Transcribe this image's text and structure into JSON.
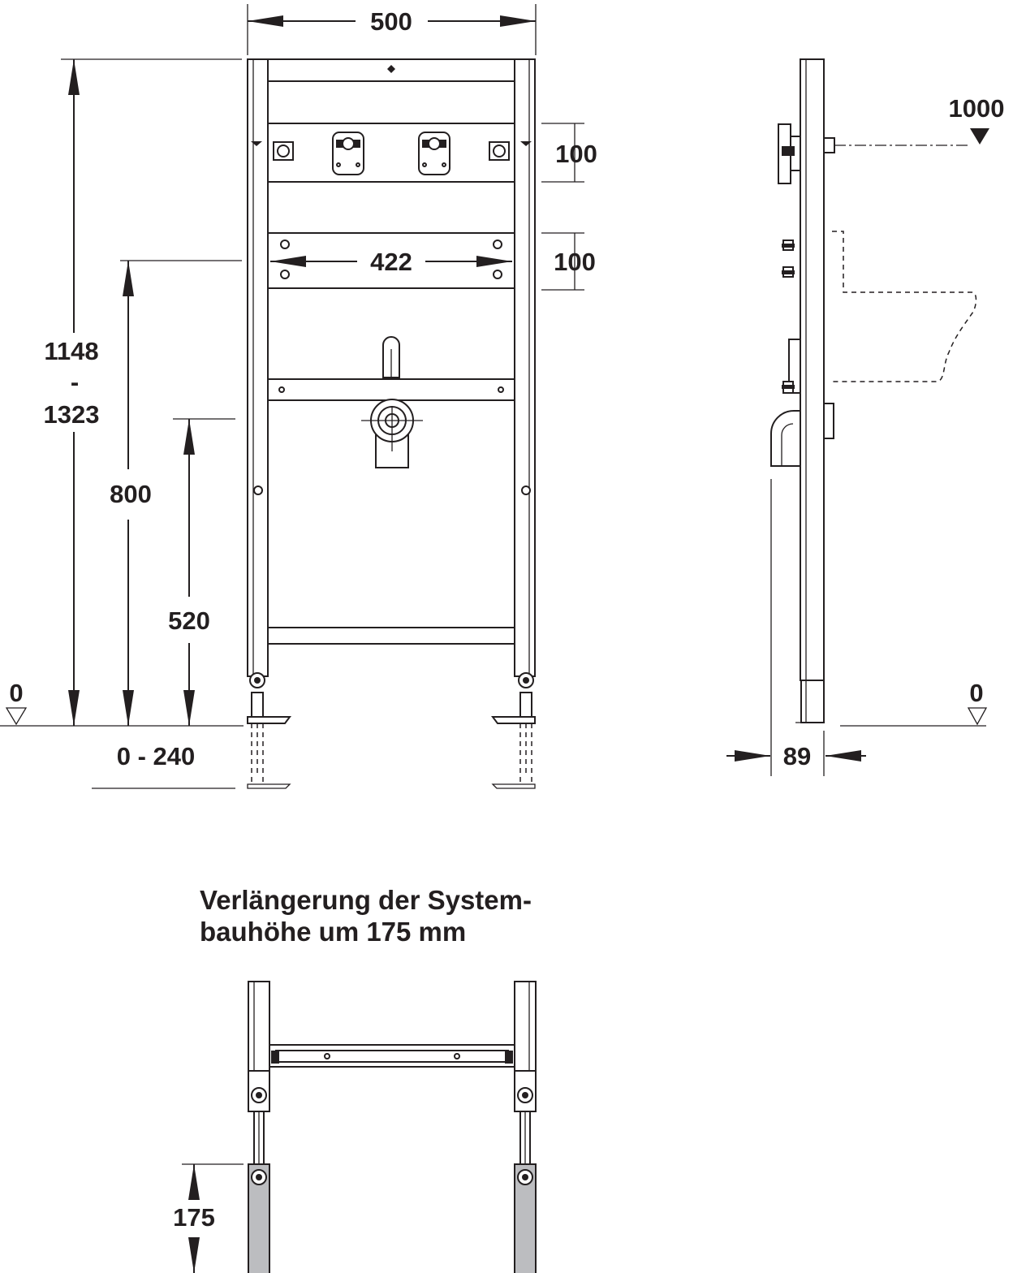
{
  "front_view": {
    "dims": {
      "width_total": "500",
      "width_inner": "422",
      "height_total_line1": "1148",
      "height_total_line2": "-",
      "height_total_line3": "1323",
      "height_800": "800",
      "height_520": "520",
      "plate_upper": "100",
      "plate_lower": "100",
      "foot_range": "0 - 240",
      "zero_level": "0"
    }
  },
  "side_view": {
    "dims": {
      "height_1000": "1000",
      "depth": "89",
      "zero_level": "0"
    }
  },
  "extension": {
    "caption_line1": "Verlängerung der System-",
    "caption_line2": "bauhöhe um 175 mm",
    "dim_extension": "175"
  }
}
